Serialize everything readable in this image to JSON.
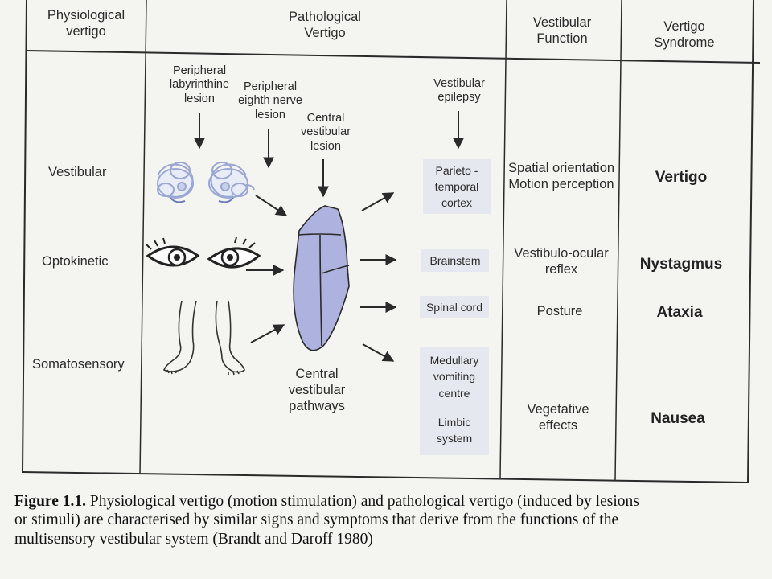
{
  "headers": {
    "physiological": [
      "Physiological",
      "vertigo"
    ],
    "pathological": [
      "Pathological",
      "Vertigo"
    ],
    "function": [
      "Vestibular",
      "Function"
    ],
    "syndrome": [
      "Vertigo",
      "Syndrome"
    ]
  },
  "rows": {
    "vestibular": "Vestibular",
    "optokinetic": "Optokinetic",
    "somatosensory": "Somatosensory"
  },
  "lesions": {
    "labyrinthine": [
      "Peripheral",
      "labyrinthine",
      "lesion"
    ],
    "nerve": [
      "Peripheral",
      "eighth nerve",
      "lesion"
    ],
    "central": [
      "Central",
      "vestibular",
      "lesion"
    ],
    "epilepsy": [
      "Vestibular",
      "epilepsy"
    ]
  },
  "central_pathways": [
    "Central",
    "vestibular",
    "pathways"
  ],
  "targets": {
    "cortex": [
      "Parieto -",
      "temporal",
      "cortex"
    ],
    "brainstem": "Brainstem",
    "spinal": "Spinal cord",
    "medullary": [
      "Medullary",
      "vomiting",
      "centre"
    ],
    "limbic": [
      "Limbic",
      "system"
    ]
  },
  "functions": {
    "spatial": [
      "Spatial orientation",
      "Motion perception"
    ],
    "vor": [
      "Vestibulo-ocular",
      "reflex"
    ],
    "posture": "Posture",
    "vegetative": [
      "Vegetative",
      "effects"
    ]
  },
  "syndromes": {
    "vertigo": "Vertigo",
    "nystagmus": "Nystagmus",
    "ataxia": "Ataxia",
    "nausea": "Nausea"
  },
  "caption": {
    "label": "Figure 1.1.",
    "lines": [
      " Physiological vertigo (motion stimulation) and pathological vertigo (induced by lesions",
      "or stimuli) are characterised by similar signs and symptoms that derive from the functions of the",
      "multisensory vestibular system (Brandt and Daroff 1980)"
    ]
  },
  "colors": {
    "line": "#2a2a2a",
    "box_fill": "#e6e8ef",
    "organ_fill": "#aeb2de",
    "labyrinth": "#9aa6d4"
  },
  "icons": [
    "labyrinth-icon",
    "eye-icon",
    "legs-icon",
    "brainstem-icon",
    "arrow-icon"
  ]
}
